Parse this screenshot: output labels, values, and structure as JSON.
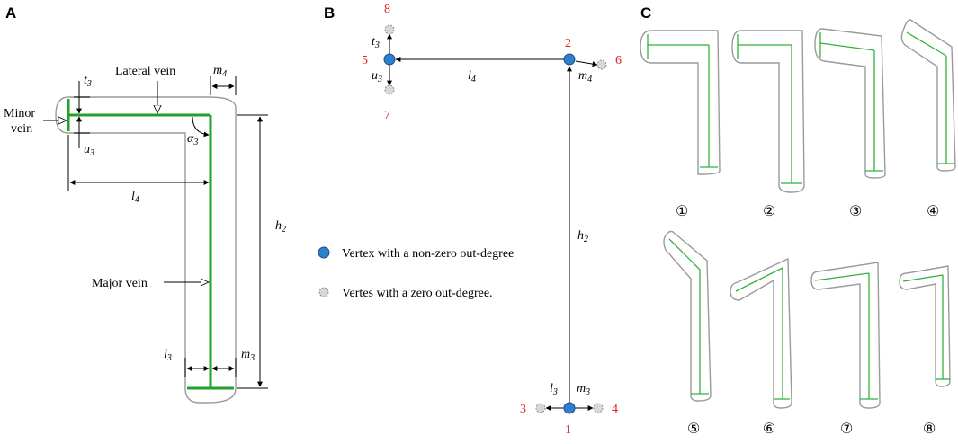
{
  "panels": {
    "a": {
      "letter": "A",
      "labels": {
        "lateral_vein": "Lateral vein",
        "minor_vein_line1": "Minor",
        "minor_vein_line2": "vein",
        "major_vein": "Major vein"
      },
      "dims": {
        "t3": {
          "base": "t",
          "sub": "3"
        },
        "u3": {
          "base": "u",
          "sub": "3"
        },
        "m4": {
          "base": "m",
          "sub": "4"
        },
        "alpha3": {
          "base": "α",
          "sub": "3"
        },
        "l4": {
          "base": "l",
          "sub": "4"
        },
        "h2": {
          "base": "h",
          "sub": "2"
        },
        "l3": {
          "base": "l",
          "sub": "3"
        },
        "m3": {
          "base": "m",
          "sub": "3"
        }
      }
    },
    "b": {
      "letter": "B",
      "vertices": [
        "1",
        "2",
        "3",
        "4",
        "5",
        "6",
        "7",
        "8"
      ],
      "edges": {
        "l4": {
          "base": "l",
          "sub": "4"
        },
        "h2": {
          "base": "h",
          "sub": "2"
        },
        "t3": {
          "base": "t",
          "sub": "3"
        },
        "u3": {
          "base": "u",
          "sub": "3"
        },
        "m4": {
          "base": "m",
          "sub": "4"
        },
        "l3": {
          "base": "l",
          "sub": "3"
        },
        "m3": {
          "base": "m",
          "sub": "3"
        }
      },
      "legend": {
        "nonzero": "Vertex with a non-zero out-degree",
        "zero": "Vertes with a zero out-degree."
      },
      "colors": {
        "nonzero_vertex": "#2f7fd0",
        "zero_vertex": "#d8d8d8",
        "vertex_number": "#e02020"
      }
    },
    "c": {
      "letter": "C",
      "shape_labels": [
        "①",
        "②",
        "③",
        "④",
        "⑤",
        "⑥",
        "⑦",
        "⑧"
      ],
      "colors": {
        "outline": "#9a9a9a",
        "vein": "#33b040"
      }
    }
  }
}
